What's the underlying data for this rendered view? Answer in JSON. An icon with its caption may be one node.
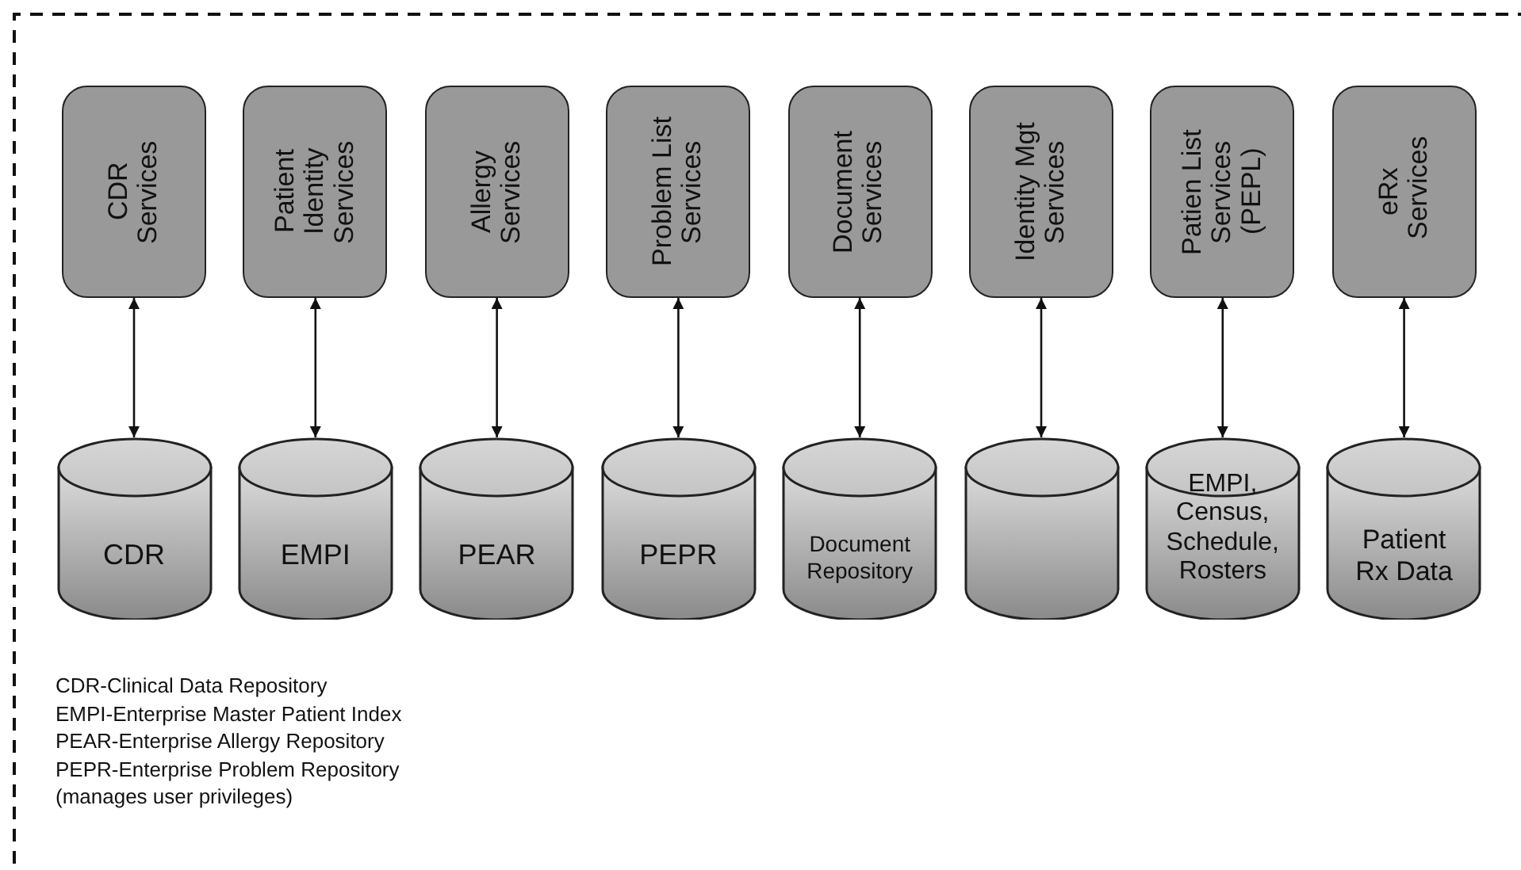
{
  "diagram": {
    "nodes": [
      {
        "text": [
          "CDR Services"
        ]
      },
      {
        "text": [
          "Patient Identity Services"
        ]
      },
      {
        "text": [
          "Allergy Services"
        ]
      },
      {
        "text": [
          "Problem List Services"
        ]
      },
      {
        "text": [
          "Document Services"
        ]
      },
      {
        "text": [
          "Identity Mgt Services"
        ]
      },
      {
        "text": [
          "Patien List Services (PEPL)"
        ]
      },
      {
        "text": [
          "eRx Services"
        ]
      },
      {
        "text": [
          "CDR"
        ]
      },
      {
        "text": [
          "EMPI"
        ]
      },
      {
        "text": [
          "PEAR"
        ]
      },
      {
        "text": [
          "PEPR"
        ]
      },
      {
        "text": [
          "Document Repository"
        ]
      },
      {
        "text": [],
        "shape": "cylinder"
      },
      {
        "text": [
          "EMPI, Census, Schedule, Rosters"
        ]
      },
      {
        "text": [
          "Patient Rx Data"
        ]
      }
    ],
    "edges": [
      {
        "from": 0,
        "to": 8,
        "arrow": "both"
      },
      {
        "from": 1,
        "to": 9,
        "arrow": "both"
      },
      {
        "from": 2,
        "to": 10,
        "arrow": "both"
      },
      {
        "from": 3,
        "to": 11,
        "arrow": "both"
      },
      {
        "from": 4,
        "to": 12,
        "arrow": "both"
      },
      {
        "from": 5,
        "to": 13,
        "arrow": "both"
      },
      {
        "from": 6,
        "to": 14,
        "arrow": "both"
      },
      {
        "from": 7,
        "to": 15,
        "arrow": "both"
      }
    ],
    "labels": [
      "CDR-Clinical Data Repository",
      "EMPI-Enterprise Master Patient Index",
      "PEAR-Enterprise Allergy Repository",
      "PEPR-Enterprise Problem Repository",
      "(manages user privileges)"
    ]
  }
}
